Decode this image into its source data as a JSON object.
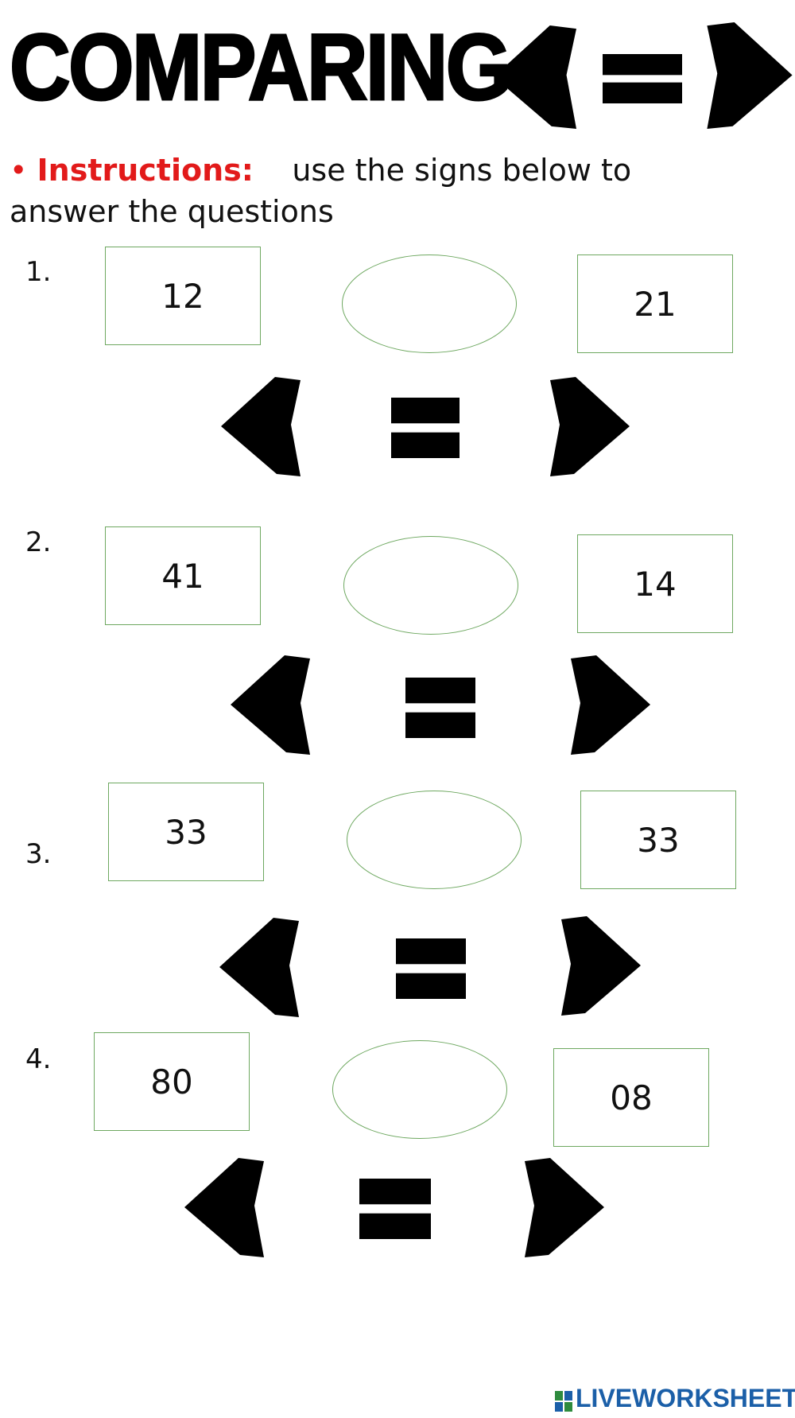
{
  "header": {
    "title": "COMPARING"
  },
  "instructions": {
    "bullet": "•",
    "label": "Instructions:",
    "text": "use the signs below  to answer the questions"
  },
  "questions": [
    {
      "number": "1.",
      "left": "12",
      "right": "21"
    },
    {
      "number": "2.",
      "left": "41",
      "right": "14"
    },
    {
      "number": "3.",
      "left": "33",
      "right": "33"
    },
    {
      "number": "4.",
      "left": "80",
      "right": "08"
    }
  ],
  "signs": {
    "less": "less-than-sign",
    "equal": "equal-sign",
    "greater": "greater-than-sign",
    "color": "#000000"
  },
  "footer": {
    "brand": "LIVEWORKSHEETS"
  }
}
